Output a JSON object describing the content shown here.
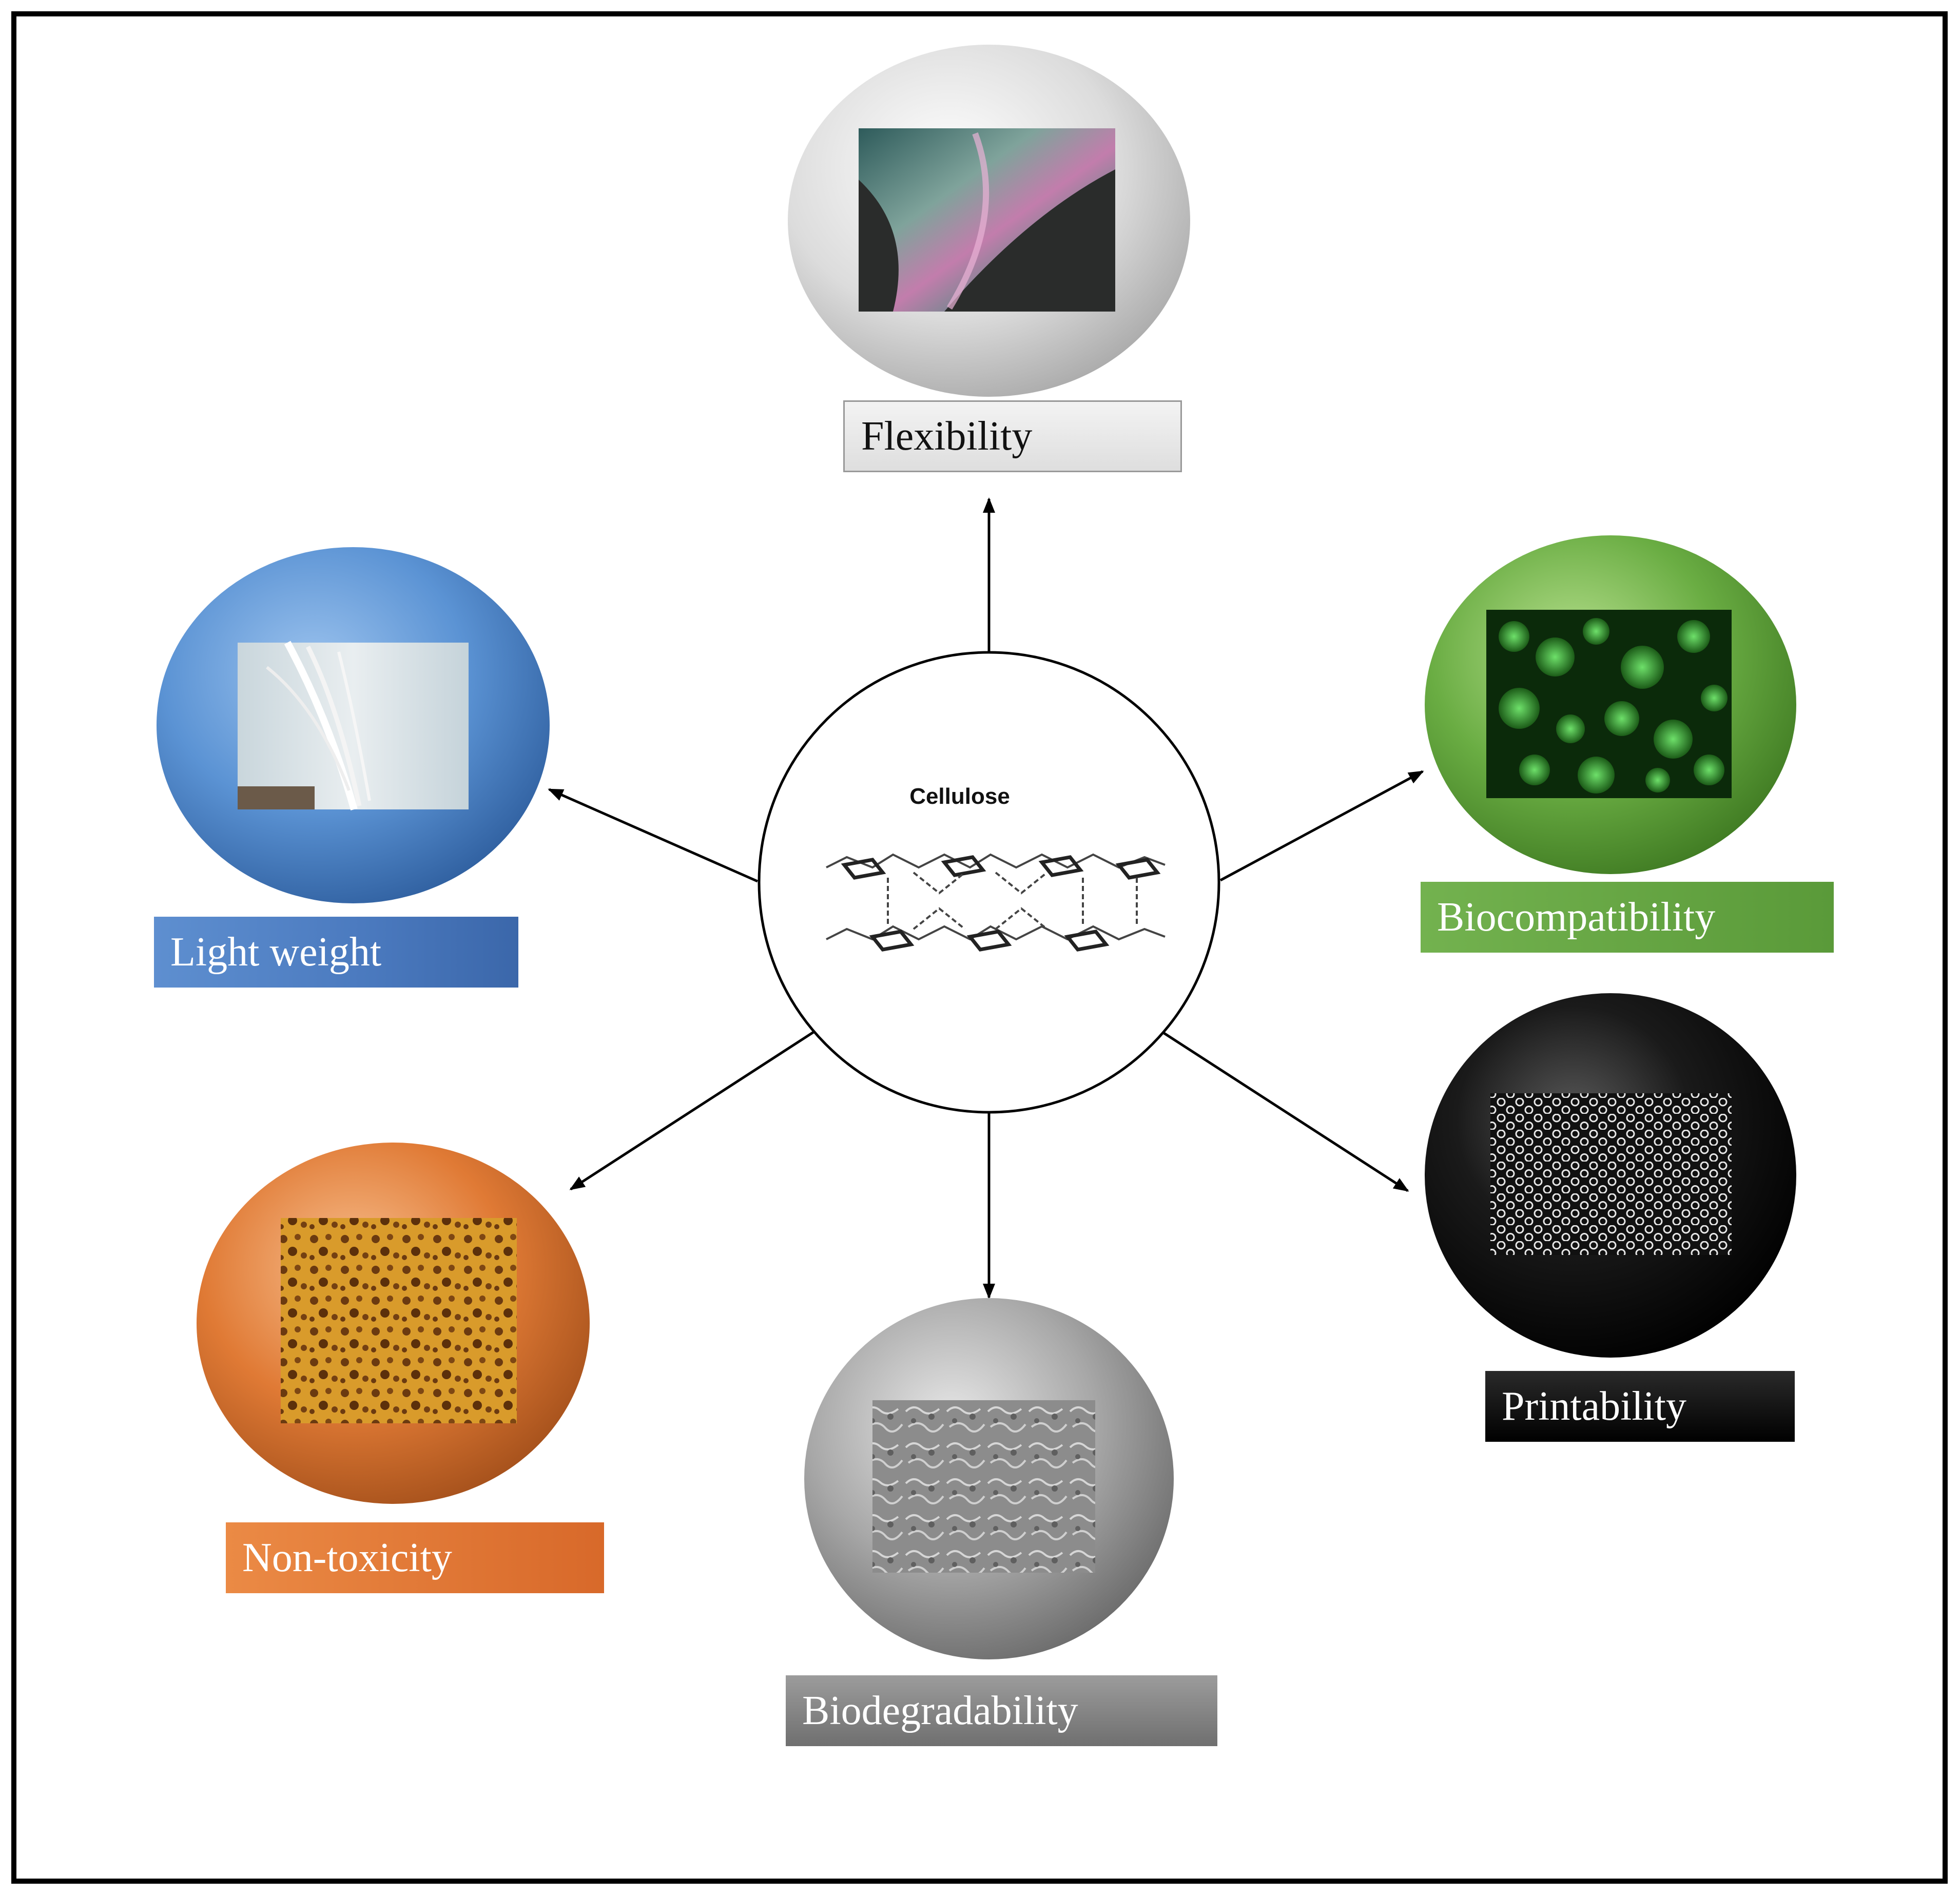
{
  "center": {
    "title": "Cellulose"
  },
  "properties": [
    {
      "id": "light-weight",
      "label": "Light weight",
      "color": "#4f86c9"
    },
    {
      "id": "flexibility",
      "label": "Flexibility",
      "color": "#dcdcdc"
    },
    {
      "id": "biocompatibility",
      "label": "Biocompatibility",
      "color": "#6aad43"
    },
    {
      "id": "printability",
      "label": "Printability",
      "color": "#111111"
    },
    {
      "id": "non-toxicity",
      "label": "Non-toxicity",
      "color": "#e07a35"
    },
    {
      "id": "biodegradability",
      "label": "Biodegradability",
      "color": "#8a8a8a"
    }
  ]
}
